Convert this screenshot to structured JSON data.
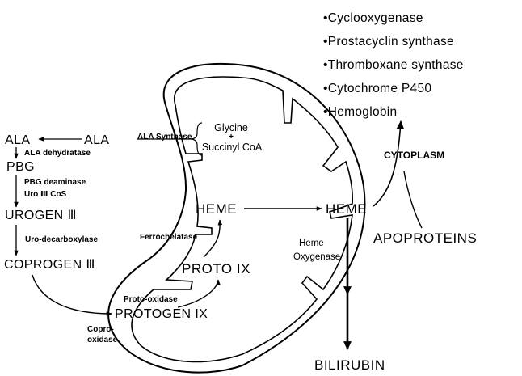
{
  "colors": {
    "ink": "#000000",
    "background": "#ffffff"
  },
  "products": {
    "items": [
      "Cyclooxygenase",
      "Prostacyclin synthase",
      "Thromboxane synthase",
      "Cytochrome P450",
      "Hemoglobin"
    ],
    "bullet": "•"
  },
  "compartments": {
    "cytoplasm": "CYTOPLASM"
  },
  "metabolites": {
    "glycine": "Glycine",
    "plus": "+",
    "succinyl_coa": "Succinyl CoA",
    "ala_mito": "ALA",
    "ala_cyto": "ALA",
    "pbg": "PBG",
    "urogen": "UROGEN Ⅲ",
    "coprogen": "COPROGEN Ⅲ",
    "protogen": "PROTOGEN IX",
    "proto": "PROTO IX",
    "heme_mito": "HEME",
    "heme_cyto": "HEME",
    "apoproteins": "APOPROTEINS",
    "bilirubin": "BILIRUBIN"
  },
  "enzymes": {
    "ala_synthase": "ALA Synthase",
    "ala_dehydratase": "ALA dehydratase",
    "pbg_deaminase": "PBG deaminase",
    "uro_cos": "Uro Ⅲ CoS",
    "uro_decarboxylase": "Uro-decarboxylase",
    "ferrochelatase": "Ferrochelatase",
    "proto_oxidase": "Proto-oxidase",
    "copro_oxidase_1": "Copro-",
    "copro_oxidase_2": "oxidase",
    "heme_oxygenase_1": "Heme",
    "heme_oxygenase_2": "Oxygenase"
  }
}
